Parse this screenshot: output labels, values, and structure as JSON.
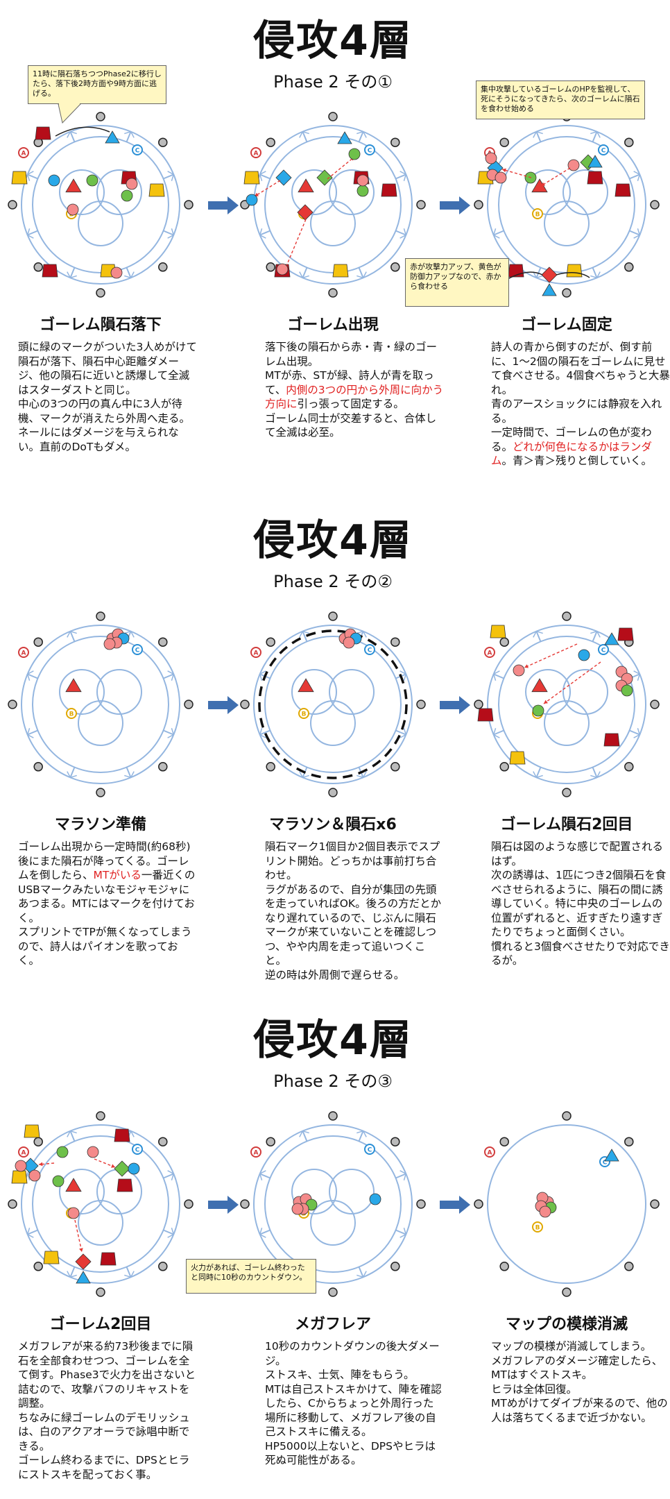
{
  "sections": [
    {
      "title": "侵攻4層",
      "subtitle": "Phase 2 その①",
      "panels": [
        {
          "caption": "ゴーレム隕石落下",
          "desc": [
            {
              "text": "頭に緑のマークがついた3人めがけて隕石が落下、隕石中心距離ダメージ、他の隕石に近いと誘爆して全滅はスターダストと同じ。"
            },
            {
              "text": "中心の3つの円の真ん中に3人が待機、マークが消えたら外周へ走る。"
            },
            {
              "text": "ネールにはダメージを与えられない。直前のDoTもダメ。"
            }
          ],
          "note": "11時に隕石落ちつつPhase2に移行したら、落下後2時方面や9時方面に逃げる。"
        },
        {
          "caption": "ゴーレム出現",
          "desc": [
            {
              "text": "落下後の隕石から赤・青・緑のゴーレム出現。"
            },
            {
              "text": "MTが赤、STが緑、詩人が青を取って、",
              "red": "内側の3つの円から外周に向かう方向に",
              "after": "引っ張って固定する。"
            },
            {
              "text": "ゴーレム同士が交差すると、合体して全滅は必至。"
            }
          ]
        },
        {
          "caption": "ゴーレム固定",
          "desc": [
            {
              "text": "詩人の青から倒すのだが、倒す前に、1～2個の隕石をゴーレムに見せて食べさせる。4個食べちゃうと大暴れ。"
            },
            {
              "text": "青のアースショックには静寂を入れる。"
            },
            {
              "text": "一定時間で、ゴーレムの色が変わる。",
              "red": "どれが何色になるかはランダム",
              "after": "。青＞青＞残りと倒していく。"
            }
          ],
          "note": "集中攻撃しているゴーレムのHPを監視して、死にそうになってきたら、次のゴーレムに隕石を食わせ始める",
          "note2": "赤が攻撃力アップ、黄色が防御力アップなので、赤から食わせる"
        }
      ]
    },
    {
      "title": "侵攻4層",
      "subtitle": "Phase 2 その②",
      "panels": [
        {
          "caption": "マラソン準備",
          "desc": [
            {
              "text": "ゴーレム出現から一定時間(約68秒)後にまた隕石が降ってくる。ゴーレムを倒したら、",
              "red": "MTがいる",
              "after": "一番近くのUSBマークみたいなモジャモジャにあつまる。MTにはマークを付けておく。"
            },
            {
              "text": "スプリントでTPが無くなってしまうので、詩人はパイオンを歌っておく。"
            }
          ]
        },
        {
          "caption": "マラソン＆隕石x6",
          "desc": [
            {
              "text": "隕石マーク1個目か2個目表示でスプリント開始。どっちかは事前打ち合わせ。"
            },
            {
              "text": "ラグがあるので、自分が集団の先頭を走っていればOK。後ろの方だとかなり遅れているので、じぶんに隕石マークが来ていないことを確認しつつ、やや内周を走って追いつくこと。"
            },
            {
              "text": "逆の時は外周側で遅らせる。"
            }
          ]
        },
        {
          "caption": "ゴーレム隕石2回目",
          "desc": [
            {
              "text": "隕石は図のような感じで配置されるはず。"
            },
            {
              "text": "次の誘導は、1匹につき2個隕石を食べさせられるように、隕石の間に誘導していく。特に中央のゴーレムの位置がずれると、近すぎたり遠すぎたりでちょっと面倒くさい。"
            },
            {
              "text": "慣れると3個食べさせたりで対応できるが。"
            }
          ]
        }
      ]
    },
    {
      "title": "侵攻4層",
      "subtitle": "Phase 2 その③",
      "panels": [
        {
          "caption": "ゴーレム2回目",
          "desc": [
            {
              "text": "メガフレアが来る約73秒後までに隕石を全部食わせつつ、ゴーレムを全て倒す。Phase3で火力を出さないと詰むので、攻撃バフのリキャストを調整。"
            },
            {
              "text": "ちなみに緑ゴーレムのデモリッシュは、白のアクアオーラで詠唱中断できる。"
            },
            {
              "text": "ゴーレム終わるまでに、DPSとヒラにストスキを配っておく事。"
            }
          ]
        },
        {
          "caption": "メガフレア",
          "desc": [
            {
              "text": "10秒のカウントダウンの後大ダメージ。"
            },
            {
              "text": "ストスキ、士気、陣をもらう。"
            },
            {
              "text": "MTは自己ストスキかけて、陣を確認したら、Cからちょっと外周行った場所に移動して、メガフレア後の自己ストスキに備える。"
            },
            {
              "text": "HP5000以上ないと、DPSやヒラは死ぬ可能性がある。"
            }
          ],
          "note": "火力があれば、ゴーレム終わったと同時に10秒のカウントダウン。"
        },
        {
          "caption": "マップの模様消滅",
          "desc": [
            {
              "text": "マップの模様が消滅してしまう。"
            },
            {
              "text": "メガフレアのダメージ確定したら、MTはすぐストスキ。"
            },
            {
              "text": "ヒラは全体回復。"
            },
            {
              "text": "MTめがけてダイブが来るので、他の人は落ちてくるまで近づかない。"
            }
          ]
        }
      ]
    }
  ],
  "markers": {
    "a": "A",
    "b": "B",
    "c": "C"
  },
  "colors": {
    "ring": "#94b6e0",
    "red": "#e53935",
    "blue": "#29a8e8",
    "green": "#6ec04a",
    "pink": "#f48a8a",
    "yellow": "#f4c20d",
    "darkred": "#b50d19",
    "arrow": "#3f6fb0"
  }
}
